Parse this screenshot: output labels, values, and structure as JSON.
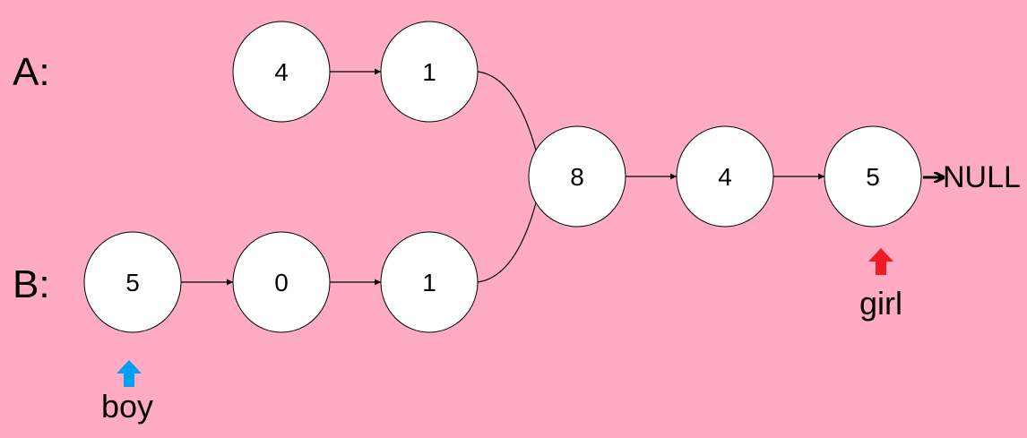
{
  "labels": {
    "a": "A:",
    "b": "B:"
  },
  "nodes": [
    {
      "id": "a1",
      "value": "4"
    },
    {
      "id": "a2",
      "value": "1"
    },
    {
      "id": "c1",
      "value": "8"
    },
    {
      "id": "c2",
      "value": "4"
    },
    {
      "id": "c3",
      "value": "5"
    },
    {
      "id": "b1",
      "value": "5"
    },
    {
      "id": "b2",
      "value": "0"
    },
    {
      "id": "b3",
      "value": "1"
    }
  ],
  "edges": [
    {
      "from": "a1",
      "to": "a2"
    },
    {
      "from": "a2",
      "to": "c1"
    },
    {
      "from": "b1",
      "to": "b2"
    },
    {
      "from": "b2",
      "to": "b3"
    },
    {
      "from": "b3",
      "to": "c1"
    },
    {
      "from": "c1",
      "to": "c2"
    },
    {
      "from": "c2",
      "to": "c3"
    }
  ],
  "terminal": {
    "text": "NULL"
  },
  "pointers": {
    "boy": {
      "label": "boy",
      "color": "#00A2F0"
    },
    "girl": {
      "label": "girl",
      "color": "#EE1C24"
    }
  }
}
